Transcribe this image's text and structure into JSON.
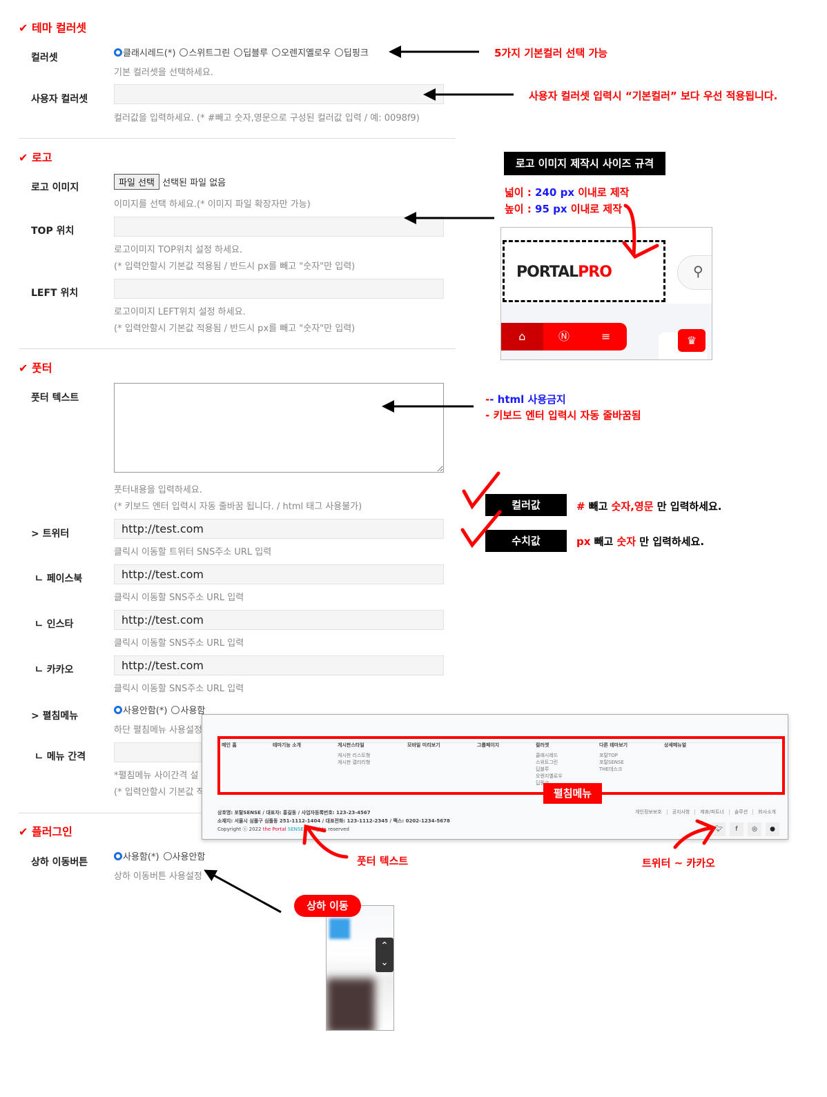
{
  "theme": {
    "title": "테마 컬러셋",
    "colorset": {
      "label": "컬러셋",
      "options": [
        "클래시레드(*)",
        "스위트그린",
        "딥블루",
        "오렌지옐로우",
        "딥핑크"
      ],
      "selected": 0,
      "help": "기본 컬러셋을 선택하세요."
    },
    "custom": {
      "label": "사용자 컬러셋",
      "value": "",
      "help": "컬러값을 입력하세요. (* #빼고 숫자,영문으로 구성된 컬러값 입력 / 예: 0098f9)"
    }
  },
  "logo": {
    "title": "로고",
    "image": {
      "label": "로고 이미지",
      "button": "파일 선택",
      "status": "선택된 파일 없음",
      "help": "이미지를 선택 하세요.(* 이미지 파일 확장자만 가능)"
    },
    "top": {
      "label": "TOP 위치",
      "value": "",
      "help1": "로고이미지 TOP위치 설정 하세요.",
      "help2": "(* 입력안할시 기본값 적용됨 / 반드시 px를 빼고 \"숫자\"만 입력)"
    },
    "left": {
      "label": "LEFT 위치",
      "value": "",
      "help1": "로고이미지 LEFT위치 설정 하세요.",
      "help2": "(* 입력안할시 기본값 적용됨 / 반드시 px를 빼고 \"숫자\"만 입력)"
    }
  },
  "footer": {
    "title": "풋터",
    "text": {
      "label": "풋터 텍스트",
      "value": "",
      "help1": "풋터내용을 입력하세요.",
      "help2": "(* 키보드 엔터 입력시 자동 줄바꿈 됩니다. / html 태그 사용불가)"
    },
    "twitter": {
      "label": "트위터",
      "value": "http://test.com",
      "help": "클릭시 이동할 트위터 SNS주소 URL 입력"
    },
    "facebook": {
      "label": "ㄴ 페이스북",
      "value": "http://test.com",
      "help": "클릭시 이동할 SNS주소 URL 입력"
    },
    "insta": {
      "label": "ㄴ 인스타",
      "value": "http://test.com",
      "help": "클릭시 이동할 SNS주소 URL 입력"
    },
    "kakao": {
      "label": "ㄴ 카카오",
      "value": "http://test.com",
      "help": "클릭시 이동할 SNS주소 URL 입력"
    },
    "fold": {
      "label": "펼침메뉴",
      "options": [
        "사용안함(*)",
        "사용함"
      ],
      "selected": 0,
      "help": "하단 펼침메뉴 사용설정"
    },
    "gap": {
      "label": "ㄴ 메뉴 간격",
      "value": "",
      "help1": "*펼침메뉴 사이간격 설",
      "help2": "(* 입력안할시 기본값 적"
    }
  },
  "plugin": {
    "title": "플러그인",
    "updown": {
      "label": "상하 이동버튼",
      "options": [
        "사용함(*)",
        "사용안함"
      ],
      "selected": 0,
      "help": "상하 이동버튼 사용설정"
    }
  },
  "annotations": {
    "colorset": "5가지 기본컬러 선택 가능",
    "custom": "사용자 컬러셋 입력시 “기본컬러” 보다 우선 적용됩니다.",
    "logo_spec_title": "로고 이미지 제작시 사이즈 규격",
    "width_a": "넓이 : ",
    "width_b": "240 px",
    "width_c": " 이내로 제작",
    "height_a": "높이 : ",
    "height_b": "95 px",
    "height_c": " 이내로 제작",
    "html1": "- html 사용금지",
    "html2": "- 키보드 엔터 입력시 자동 줄바꿈됨",
    "colorval": "컬러값",
    "colorval_a": "# ",
    "colorval_b": "빼고 ",
    "colorval_c": "숫자,영문",
    "colorval_d": " 만 입력하세요.",
    "numval": "수치값",
    "numval_a": "px ",
    "numval_b": "빼고 ",
    "numval_c": "숫자",
    "numval_d": " 만 입력하세요.",
    "foldmenu": "펼침메뉴",
    "footer_text": "풋터 텍스트",
    "sns": "트위터 ~ 카카오",
    "updown": "상하 이동"
  },
  "logo_preview": {
    "logo_a": "PORTAL",
    "logo_b": "PRO"
  },
  "footer_preview": {
    "menus": [
      {
        "t": "메인 홈",
        "s": []
      },
      {
        "t": "테마기능 소개",
        "s": []
      },
      {
        "t": "게시판스타일",
        "s": [
          "게시판 리스트형",
          "게시판 갤러리형"
        ]
      },
      {
        "t": "모바일 미리보기",
        "s": []
      },
      {
        "t": "그룹페이지",
        "s": []
      },
      {
        "t": "컬러셋",
        "s": [
          "클래시레드",
          "스위트그린",
          "딥블루",
          "오렌지옐로우",
          "딥핑크"
        ]
      },
      {
        "t": "다른 테마보기",
        "s": [
          "포탈TOP",
          "포탈SENSE",
          "THE데스크"
        ]
      },
      {
        "t": "상세메뉴얼",
        "s": []
      }
    ],
    "info1": "상호명: 포탈SENSE / 대표자: 홍길동 / 사업자등록번호: 123-23-4567",
    "info2": "소재지: 서울시 심플구 심플동 251-1112-1404 / 대표전화: 123-1112-2345 / 팩스: 0202-1234-5678",
    "copy_a": "Copyright ⓒ 2022 ",
    "copy_b": "the Portal ",
    "copy_c": "SENSE",
    "copy_d": " All rights reserved",
    "links": [
      "개인정보보호",
      "공지사항",
      "제휴/파트너",
      "솔루션",
      "회사소개"
    ]
  },
  "colors": {
    "accent": "#ff0000",
    "blue": "#1a1aff"
  }
}
